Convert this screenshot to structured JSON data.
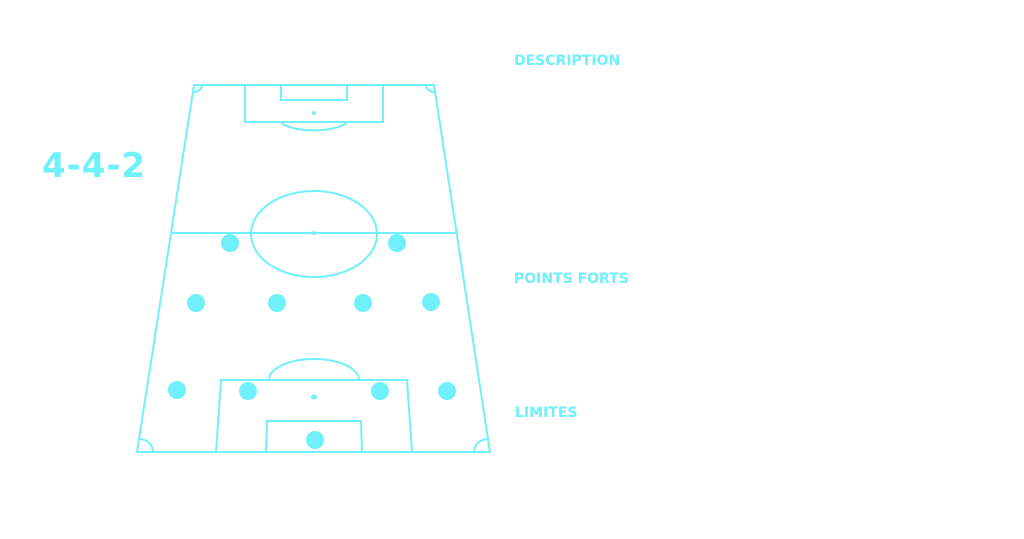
{
  "formation": {
    "name": "4-4-2"
  },
  "sections": {
    "description": "DESCRIPTION",
    "strengths": "POINTS FORTS",
    "limits": "LIMITES"
  },
  "colors": {
    "accent": "#6ff0fa",
    "background": "#ffffff"
  },
  "players": [
    {
      "role": "goalkeeper"
    },
    {
      "role": "left-back"
    },
    {
      "role": "left-center-back"
    },
    {
      "role": "right-center-back"
    },
    {
      "role": "right-back"
    },
    {
      "role": "left-midfielder"
    },
    {
      "role": "left-center-midfielder"
    },
    {
      "role": "right-center-midfielder"
    },
    {
      "role": "right-midfielder"
    },
    {
      "role": "left-forward"
    },
    {
      "role": "right-forward"
    }
  ]
}
